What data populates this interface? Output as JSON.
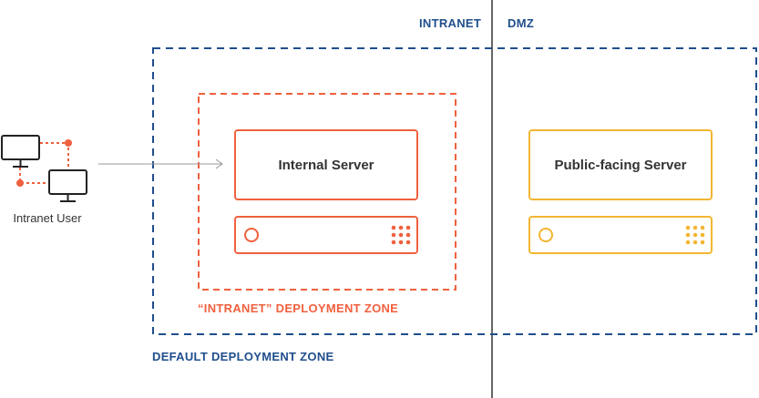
{
  "colors": {
    "navy": "#1f4e8c",
    "orange": "#f0603e",
    "amber": "#f2b632",
    "divider": "#333333",
    "arrow": "#999999",
    "text": "#333333"
  },
  "columns": {
    "left": "INTRANET",
    "right": "DMZ"
  },
  "zones": {
    "default_label": "DEFAULT DEPLOYMENT ZONE",
    "intranet_label": "“INTRANET” DEPLOYMENT ZONE"
  },
  "user": {
    "label": "Intranet User",
    "icon": "networked-computers-icon"
  },
  "servers": {
    "internal": {
      "title": "Internal Server",
      "icon": "server-rack-icon"
    },
    "public": {
      "title": "Public-facing Server",
      "icon": "server-rack-icon"
    }
  }
}
